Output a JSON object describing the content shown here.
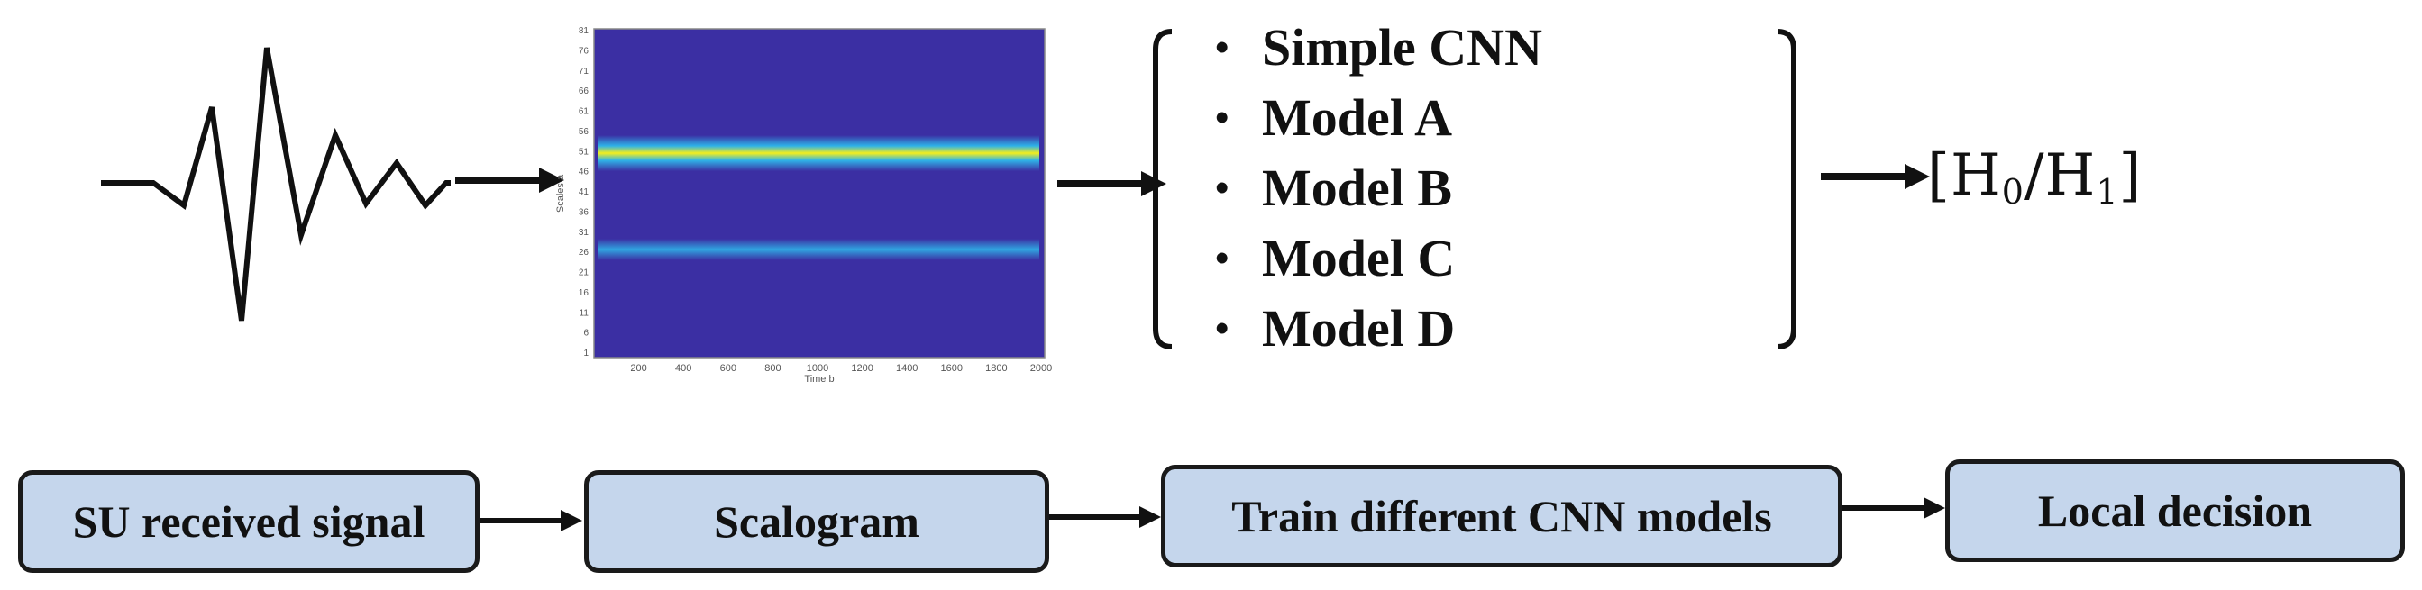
{
  "models": {
    "items": [
      "Simple CNN",
      "Model A",
      "Model B",
      "Model C",
      "Model D"
    ],
    "bullet": "•"
  },
  "decision": {
    "open": "[H",
    "sub0": "0",
    "mid": "/H",
    "sub1": "1",
    "close": "]"
  },
  "scalogram_plot": {
    "xlabel": "Time b",
    "ylabel": "Scales a",
    "x_ticks": [
      "200",
      "400",
      "600",
      "800",
      "1000",
      "1200",
      "1400",
      "1600",
      "1800",
      "2000"
    ],
    "y_ticks": [
      "81",
      "76",
      "71",
      "66",
      "61",
      "56",
      "51",
      "46",
      "41",
      "36",
      "31",
      "26",
      "21",
      "16",
      "11",
      "6",
      "1"
    ],
    "colors": {
      "background": "#3b2fa3",
      "strong_band": "#f4ee1c",
      "weak_band": "#2fb3e8"
    }
  },
  "flow": {
    "steps": [
      "SU received signal",
      "Scalogram",
      "Train different CNN models",
      "Local decision"
    ]
  }
}
